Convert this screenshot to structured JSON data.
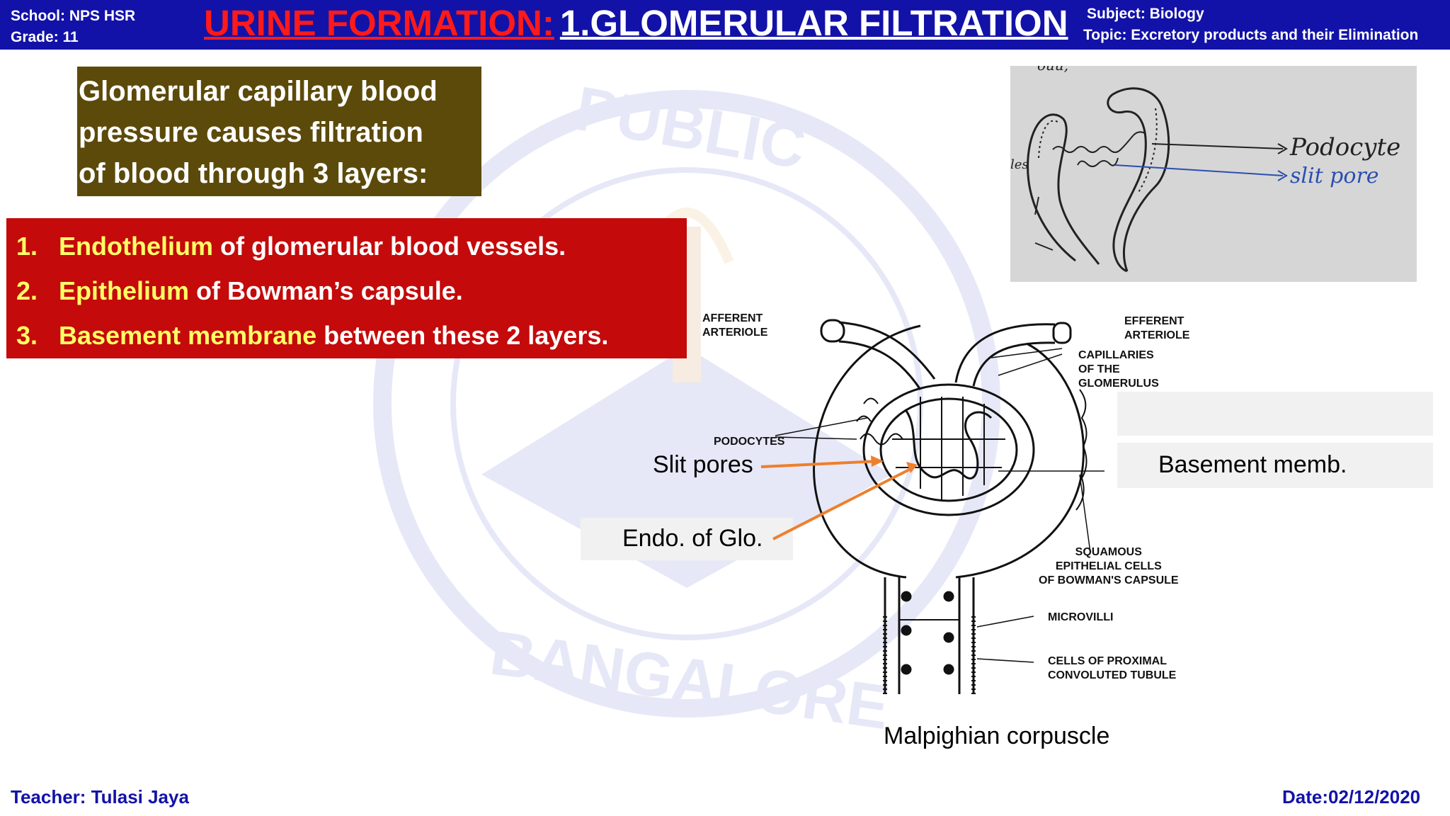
{
  "header": {
    "school": "School: NPS HSR",
    "grade": "Grade: 11",
    "title_part1": "URINE FORMATION:",
    "title_part2": "1.GLOMERULAR FILTRATION",
    "subject": "Subject: Biology",
    "topic": "Topic: Excretory products and their Elimination"
  },
  "intro": {
    "lines": [
      "Glomerular capillary blood",
      "pressure causes filtration",
      "of blood through 3 layers:"
    ]
  },
  "layers": [
    {
      "num": "1.",
      "key": "Endothelium",
      "rest": " of glomerular blood vessels."
    },
    {
      "num": "2.",
      "key": "Epithelium",
      "rest": " of Bowman’s capsule."
    },
    {
      "num": "3.",
      "key": "Basement membrane",
      "rest": " between these 2 layers."
    }
  ],
  "sketch": {
    "label_podocyte": "Podocyte",
    "label_slit_pore": "slit pore",
    "label_partial_top": "ouu,",
    "label_partial_left": "les"
  },
  "diagram": {
    "afferent": [
      "AFFERENT",
      "ARTERIOLE"
    ],
    "efferent": [
      "EFFERENT",
      "ARTERIOLE"
    ],
    "capillaries": [
      "CAPILLARIES",
      "OF THE",
      "GLOMERULUS"
    ],
    "podocytes": "PODOCYTES",
    "squamous": [
      "SQUAMOUS",
      "EPITHELIAL CELLS",
      "OF BOWMAN'S CAPSULE"
    ],
    "microvilli": "MICROVILLI",
    "pct": [
      "CELLS OF PROXIMAL",
      "CONVOLUTED TUBULE"
    ]
  },
  "annotations": {
    "slit_pores": "Slit pores",
    "endo": "Endo. of Glo.",
    "basement": "Basement memb."
  },
  "caption": "Malpighian corpuscle",
  "footer": {
    "teacher": "Teacher: Tulasi Jaya",
    "date": "Date:02/12/2020"
  },
  "colors": {
    "header_bg": "#1212a8",
    "title_red": "#ff1a1a",
    "olive_box": "#5c4a0a",
    "red_box": "#c40a0a",
    "highlight_yellow": "#ffff66",
    "arrow_orange": "#ee7f2d"
  }
}
